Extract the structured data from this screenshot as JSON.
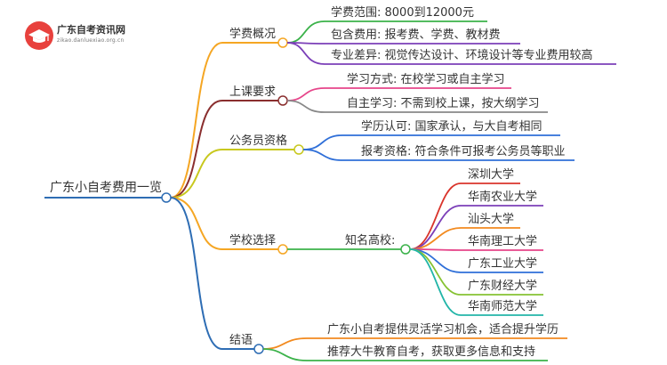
{
  "logo": {
    "title": "广东自考资讯网",
    "subtitle": "zikao.danluexiao.org.cn"
  },
  "colors": {
    "root": "#2e6db4",
    "b1": "#f5a623",
    "b2": "#8a2e2e",
    "b3": "#c8c81e",
    "b4": "#f5a623",
    "b5": "#2e6db4",
    "c_green": "#3bb24a",
    "c_purple": "#7b3fb8",
    "c_pink": "#e6458a",
    "c_gray": "#888888",
    "c_blue": "#2f6fd8",
    "c_orange": "#f28a1f",
    "c_red": "#d9342b",
    "c_teal": "#22b5a8",
    "c_lime": "#86c232"
  },
  "mindmap": {
    "root": "广东小自考费用一览",
    "branches": [
      {
        "label": "学费概况",
        "children": [
          "学费范围: 8000到12000元",
          "包含费用: 报考费、学费、教材费",
          "专业差异: 视觉传达设计、环境设计等专业费用较高"
        ]
      },
      {
        "label": "上课要求",
        "children": [
          "学习方式: 在校学习或自主学习",
          "自主学习: 不需到校上课，按大纲学习"
        ]
      },
      {
        "label": "公务员资格",
        "children": [
          "学历认可: 国家承认，与大自考相同",
          "报考资格: 符合条件可报考公务员等职业"
        ]
      },
      {
        "label": "学校选择",
        "sub": "知名高校:",
        "children": [
          "深圳大学",
          "华南农业大学",
          "汕头大学",
          "华南理工大学",
          "广东工业大学",
          "广东财经大学",
          "华南师范大学"
        ]
      },
      {
        "label": "结语",
        "children": [
          "广东小自考提供灵活学习机会，适合提升学历",
          "推荐大牛教育自考，获取更多信息和支持"
        ]
      }
    ]
  }
}
